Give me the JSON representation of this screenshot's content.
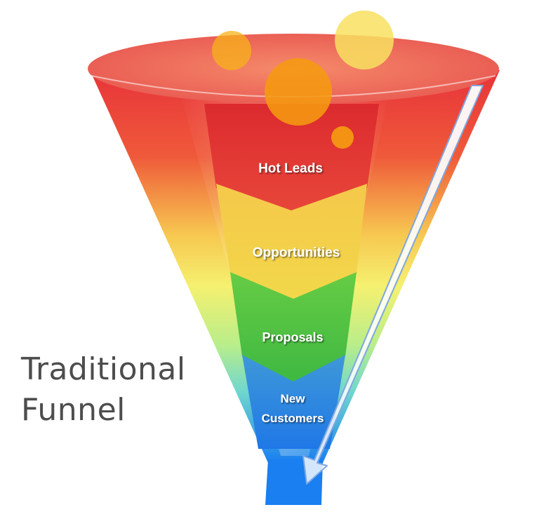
{
  "caption": {
    "line1": "Traditional",
    "line2": "Funnel"
  },
  "stages": [
    {
      "label": "Hot Leads",
      "color": "#e53535"
    },
    {
      "label": "Opportunities",
      "color": "#f2c630"
    },
    {
      "label": "Proposals",
      "color": "#4cc33c"
    },
    {
      "label_line1": "New",
      "label_line2": "Customers",
      "color": "#2f7fd9"
    }
  ],
  "colors": {
    "funnel_top": "#e8333a",
    "funnel_yellow": "#f5f070",
    "funnel_bottom": "#1a7ff0",
    "rim": "#ee6b5a",
    "bubbles": "#f7b21a",
    "caption_text": "#4d4d4d"
  },
  "decorations": {
    "bubbles": "falling-bubbles",
    "arrow": "downward-flow-arrow"
  }
}
